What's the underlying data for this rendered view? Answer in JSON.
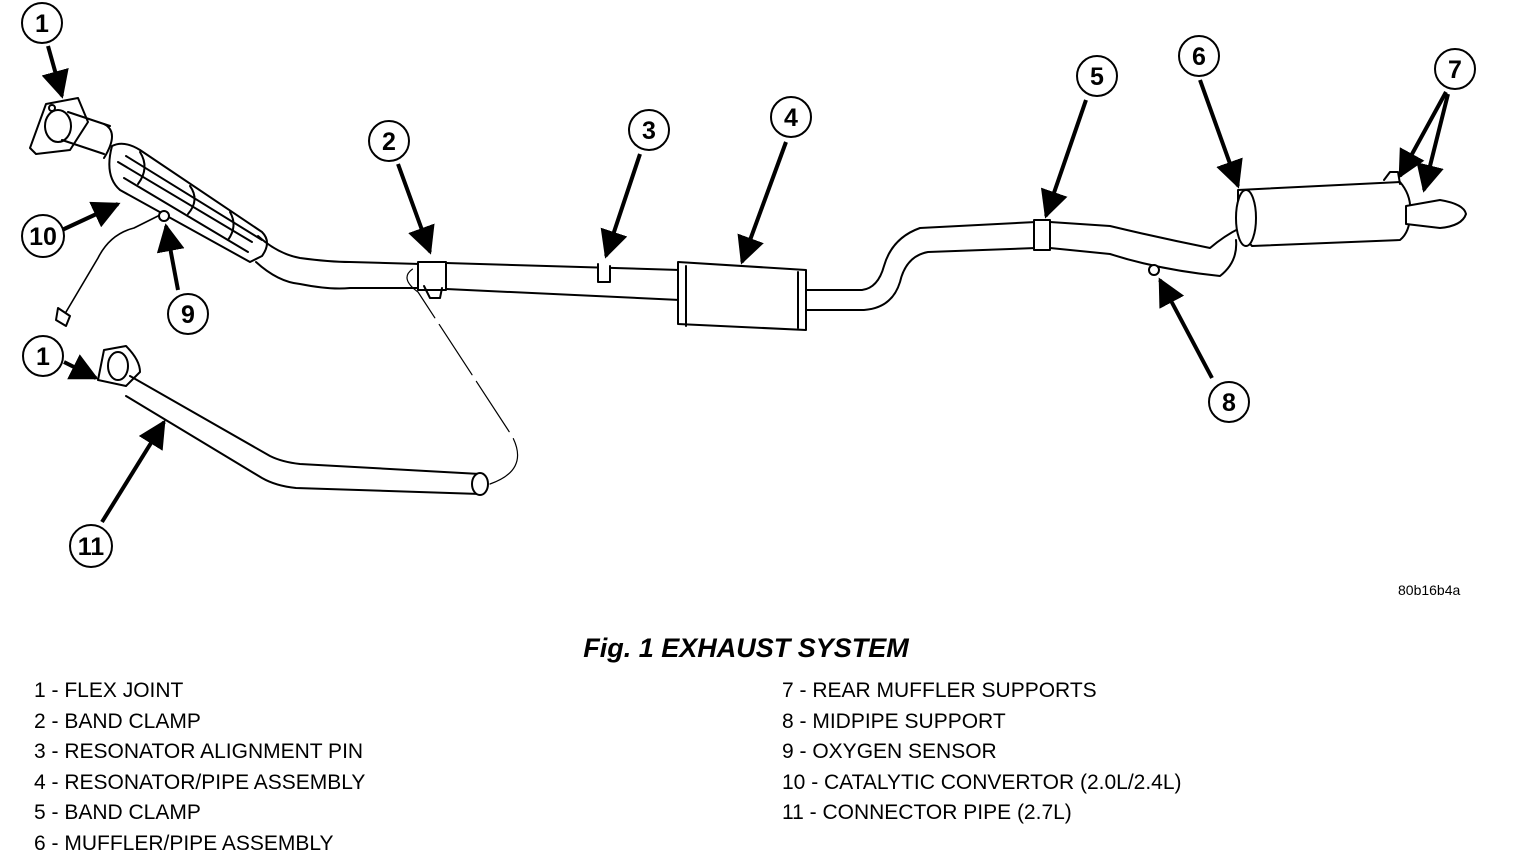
{
  "image_code": "80b16b4a",
  "figure_title": "Fig. 1 EXHAUST SYSTEM",
  "callouts": [
    "1",
    "2",
    "3",
    "4",
    "5",
    "6",
    "7",
    "8",
    "9",
    "10",
    "1",
    "11"
  ],
  "legend": {
    "left": [
      "1 - FLEX JOINT",
      "2 - BAND CLAMP",
      "3 - RESONATOR ALIGNMENT PIN",
      "4 - RESONATOR/PIPE ASSEMBLY",
      "5 - BAND CLAMP",
      "6 - MUFFLER/PIPE ASSEMBLY"
    ],
    "right": [
      "7 - REAR MUFFLER SUPPORTS",
      "8 - MIDPIPE SUPPORT",
      "9 - OXYGEN SENSOR",
      "10 - CATALYTIC CONVERTOR (2.0L/2.4L)",
      "11 - CONNECTOR PIPE (2.7L)"
    ]
  }
}
